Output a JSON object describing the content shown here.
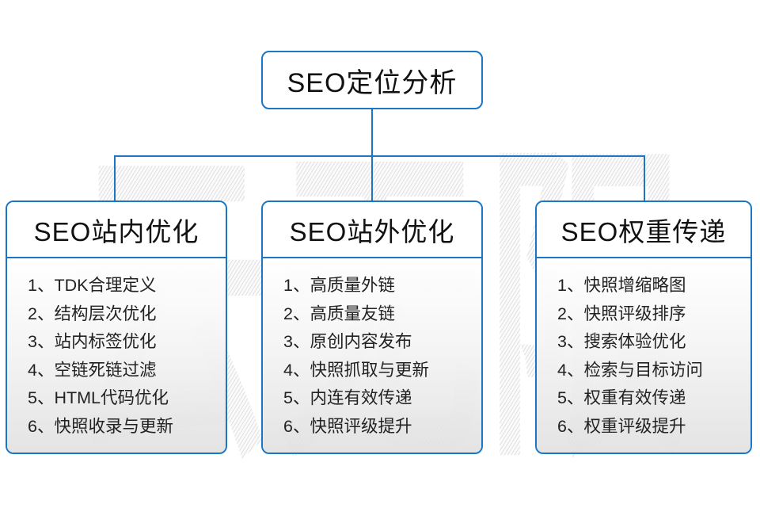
{
  "watermark": {
    "text": "云无限"
  },
  "root": {
    "label": "SEO定位分析"
  },
  "columns": [
    {
      "header": "SEO站内优化",
      "items": [
        "1、TDK合理定义",
        "2、结构层次优化",
        "3、站内标签优化",
        "4、空链死链过滤",
        "5、HTML代码优化",
        "6、快照收录与更新"
      ]
    },
    {
      "header": "SEO站外优化",
      "items": [
        "1、高质量外链",
        "2、高质量友链",
        "3、原创内容发布",
        "4、快照抓取与更新",
        "5、内连有效传递",
        "6、快照评级提升"
      ]
    },
    {
      "header": "SEO权重传递",
      "items": [
        "1、快照增缩略图",
        "2、快照评级排序",
        "3、搜索体验优化",
        "4、检索与目标访问",
        "5、权重有效传递",
        "6、权重评级提升"
      ]
    }
  ],
  "colors": {
    "accent_blue": "#1b76c4",
    "panel_gray": "#e0e0e0",
    "text": "#222222"
  }
}
